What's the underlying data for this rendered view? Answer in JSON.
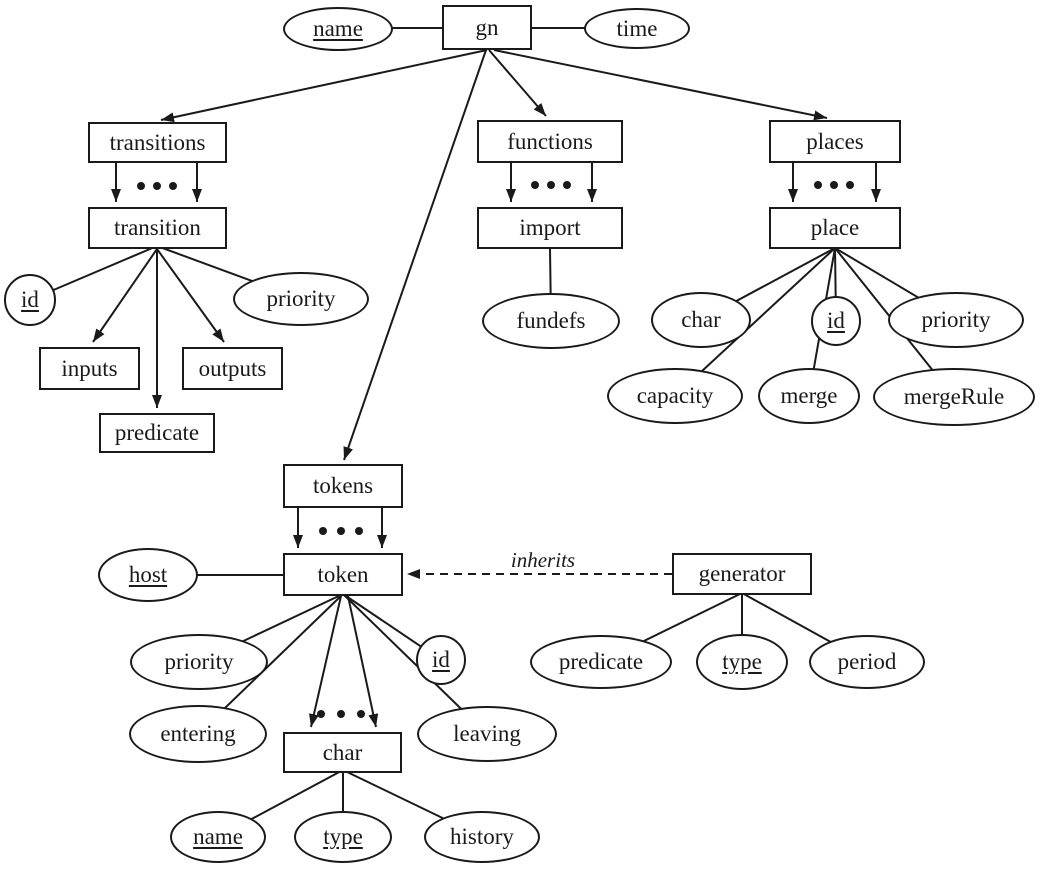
{
  "nodes": {
    "gn": "gn",
    "name_attr": "name",
    "time": "time",
    "transitions": "transitions",
    "transition": "transition",
    "transition_id": "id",
    "transition_priority": "priority",
    "inputs": "inputs",
    "outputs": "outputs",
    "predicate": "predicate",
    "functions": "functions",
    "import_node": "import",
    "fundefs": "fundefs",
    "places": "places",
    "place": "place",
    "place_char": "char",
    "place_id": "id",
    "place_priority": "priority",
    "capacity": "capacity",
    "merge": "merge",
    "merge_rule": "mergeRule",
    "tokens": "tokens",
    "token": "token",
    "host": "host",
    "token_priority": "priority",
    "token_id": "id",
    "entering": "entering",
    "leaving": "leaving",
    "token_char": "char",
    "char_name": "name",
    "char_type": "type",
    "history": "history",
    "generator": "generator",
    "gen_predicate": "predicate",
    "gen_type": "type",
    "period": "period"
  },
  "edge_labels": {
    "inherits": "inherits"
  },
  "colors": {
    "line": "#1a1a1a",
    "background": "#ffffff",
    "shape_fill": "#ffffff"
  }
}
